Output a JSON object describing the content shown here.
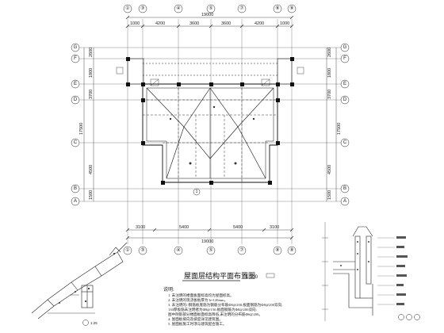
{
  "title": "屋面层结构平面布置图",
  "scale": "1:100",
  "top_axes": [
    "①",
    "③",
    "④",
    "⑤",
    "⑦",
    "⑧",
    "⑨"
  ],
  "bottom_axes": [
    "①",
    "③",
    "④",
    "⑤",
    "⑦",
    "⑧",
    "⑨"
  ],
  "side_axes": [
    "G",
    "F",
    "E",
    "D",
    "C",
    "B",
    "A"
  ],
  "top_dims": [
    "1000",
    "4200",
    "3600",
    "3600",
    "4200",
    "1000"
  ],
  "top_total": "19000",
  "bottom_dims": [
    "3100",
    "5400",
    "5400",
    "3100"
  ],
  "bottom_total": "19000",
  "left_dims": [
    "2600",
    "1800",
    "3700",
    "4500",
    "1500"
  ],
  "left_total": "17500",
  "right_dims": [
    "2600",
    "1800",
    "3700",
    "4500",
    "1500"
  ],
  "right_total": "17500",
  "center_marker": "1",
  "detail_scale": "1:25",
  "notes": {
    "heading": "说明:",
    "lines": [
      "1. 未注明的楼面板面标高均为屋面标高。",
      "2. 未注明的现浇板板厚为 h=120mm。",
      "3. 未注明的□钢筋板底筋为钢筋分布筋Φ6@200;板面钢筋为Φ8@200双向;",
      "   130厚板筋未注明者为Φ8@150;板面钢筋为Φ8@200双向;",
      "   图中阴影部分楼面板面标高降低,未注明的分布筋Φ6@200。",
      "4. 屋面板坡向及坡度详见建筑图。",
      "5. 屋面板施工时须与建筑配合施工。"
    ]
  }
}
